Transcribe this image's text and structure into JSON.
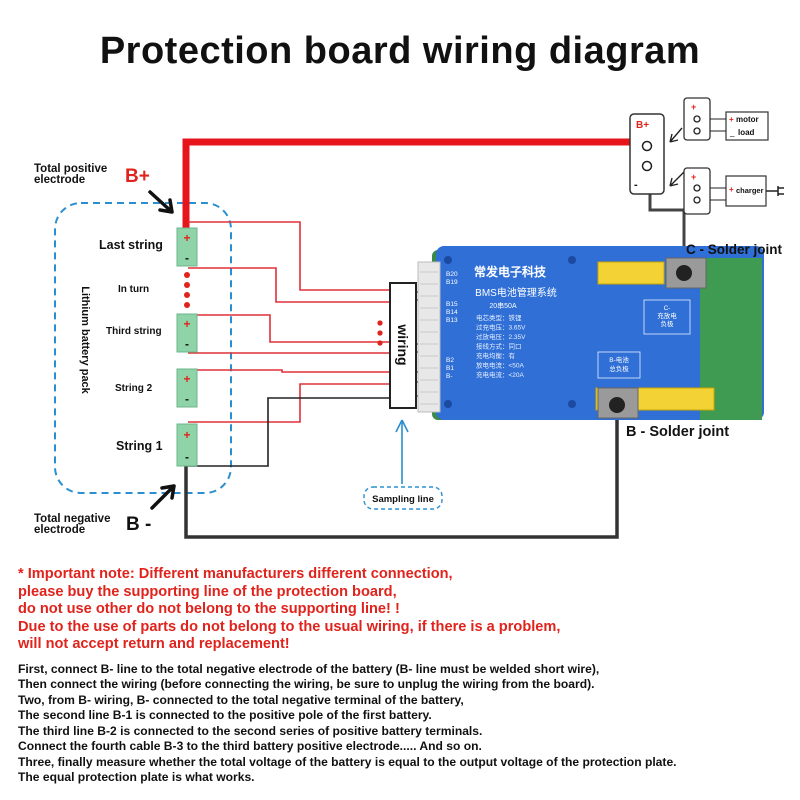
{
  "title": "Protection board wiring diagram",
  "labels": {
    "total_positive_line1": "Total positive",
    "total_positive_line2": "electrode",
    "b_plus": "B+",
    "total_negative_line1": "Total negative",
    "total_negative_line2": "electrode",
    "b_minus": "B -",
    "pack_label": "Lithium battery pack",
    "last_string": "Last string",
    "in_turn": "In turn",
    "third_string": "Third string",
    "string2": "String 2",
    "string1": "String 1",
    "wiring": "wiring",
    "sampling_line": "Sampling line",
    "c_solder": "C - Solder joint",
    "b_solder": "B - Solder joint",
    "terminal_bplus": "B+",
    "motor": "motor",
    "load": "load",
    "charger": "charger"
  },
  "board": {
    "brand": "常发电子科技",
    "title": "BMS电池管理系统",
    "spec": "20串50A",
    "specs": [
      "电芯类型：铁锂",
      "过充电压：3.65V",
      "过放电压：2.35V",
      "接线方式：同口",
      "充电均衡：有",
      "放电电流：<50A",
      "充电电流：<20A"
    ],
    "pins_top": [
      "B20",
      "B19"
    ],
    "pins_mid": [
      "B15",
      "B14",
      "B13"
    ],
    "pins_bot": [
      "B2",
      "B1",
      "B-"
    ],
    "c_box": "C-\n充放电\n负极",
    "b_box": "B-电池\n总负极"
  },
  "notes": {
    "important": [
      "* Important note: Different manufacturers different connection,",
      "please buy the supporting line of the protection board,",
      "do not use other do not belong to the supporting line! !",
      "Due to the use of parts do not belong to the usual wiring, if there is a problem,",
      "will not accept return and replacement!"
    ],
    "body": [
      "First, connect B- line to the total negative electrode of the battery (B- line must be welded short wire),",
      "Then connect the wiring (before connecting the wiring, be sure to unplug the wiring from the board).",
      "Two, from B- wiring, B- connected to the total negative terminal of the battery,",
      "The second line B-1 is connected to the positive pole of the first battery.",
      "The third line B-2 is connected to the second series of positive battery terminals.",
      "Connect the fourth cable B-3 to the third battery positive electrode..... And so on.",
      "Three, finally measure whether the total voltage of the battery is equal to the output voltage of the protection plate.",
      "The equal protection plate is what works."
    ]
  },
  "colors": {
    "positive_wire": "#e8141b",
    "negative_wire": "#333333",
    "sense_wire": "#e0303a",
    "pack_border": "#2a8fd0",
    "cell": "#8fd4a8",
    "board": "#2f6fd6",
    "note_red": "#e0231c"
  }
}
